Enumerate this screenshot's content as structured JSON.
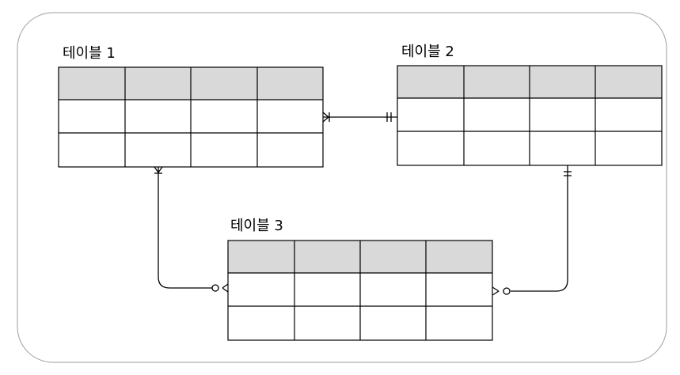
{
  "tables": [
    {
      "label": "테이블 1"
    },
    {
      "label": "테이블 2"
    },
    {
      "label": "테이블 3"
    }
  ],
  "colors": {
    "frame": "#9e9e9e",
    "header_fill": "#d9d9d9",
    "line": "#000000"
  }
}
